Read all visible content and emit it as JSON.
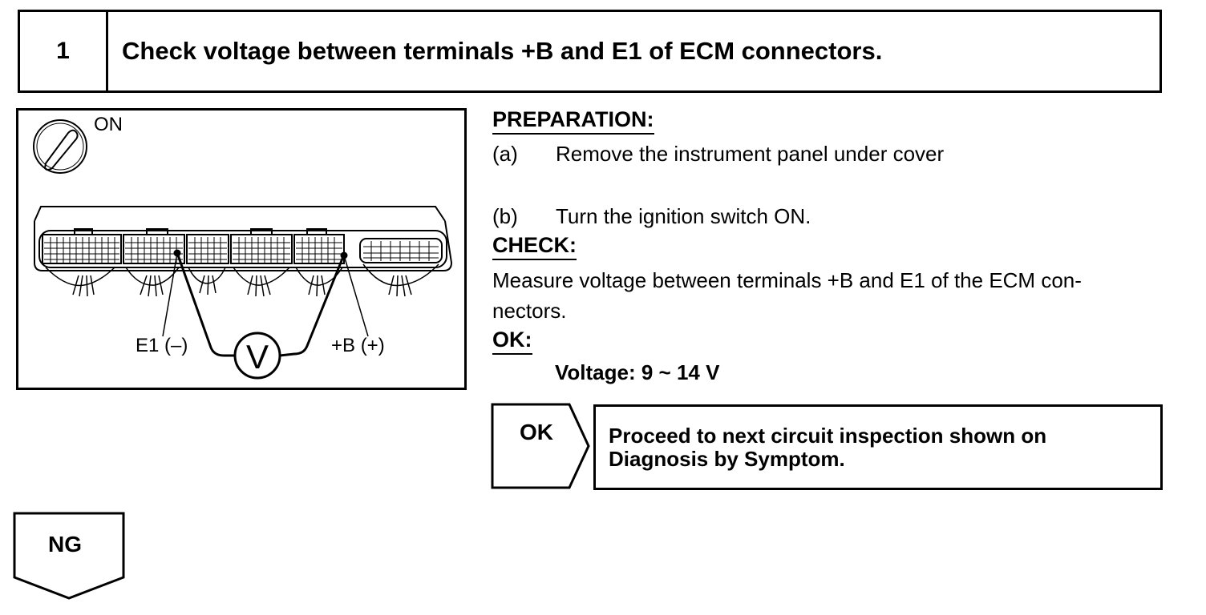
{
  "step": {
    "number": "1",
    "title": "Check voltage between terminals +B and E1 of ECM connectors."
  },
  "figure": {
    "ignition_state": "ON",
    "ignition_icon": "ignition-key-icon",
    "labels": {
      "e1": "E1 (–)",
      "plus_b": "+B (+)",
      "meter": "V"
    }
  },
  "preparation": {
    "heading": "PREPARATION:",
    "steps": [
      {
        "letter": "(a)",
        "text": "Remove the instrument panel under cover"
      },
      {
        "letter": "(b)",
        "text": "Turn the ignition switch ON."
      }
    ]
  },
  "check": {
    "heading": "CHECK:",
    "lines": [
      "Measure voltage between terminals +B and E1 of the ECM con-",
      "nectors."
    ]
  },
  "ok": {
    "heading": "OK:",
    "spec": "Voltage: 9 ~ 14 V"
  },
  "results": {
    "ok_label": "OK",
    "ok_text_line1": "Proceed to next circuit inspection shown on",
    "ok_text_line2": "Diagnosis by Symptom.",
    "ng_label": "NG"
  }
}
